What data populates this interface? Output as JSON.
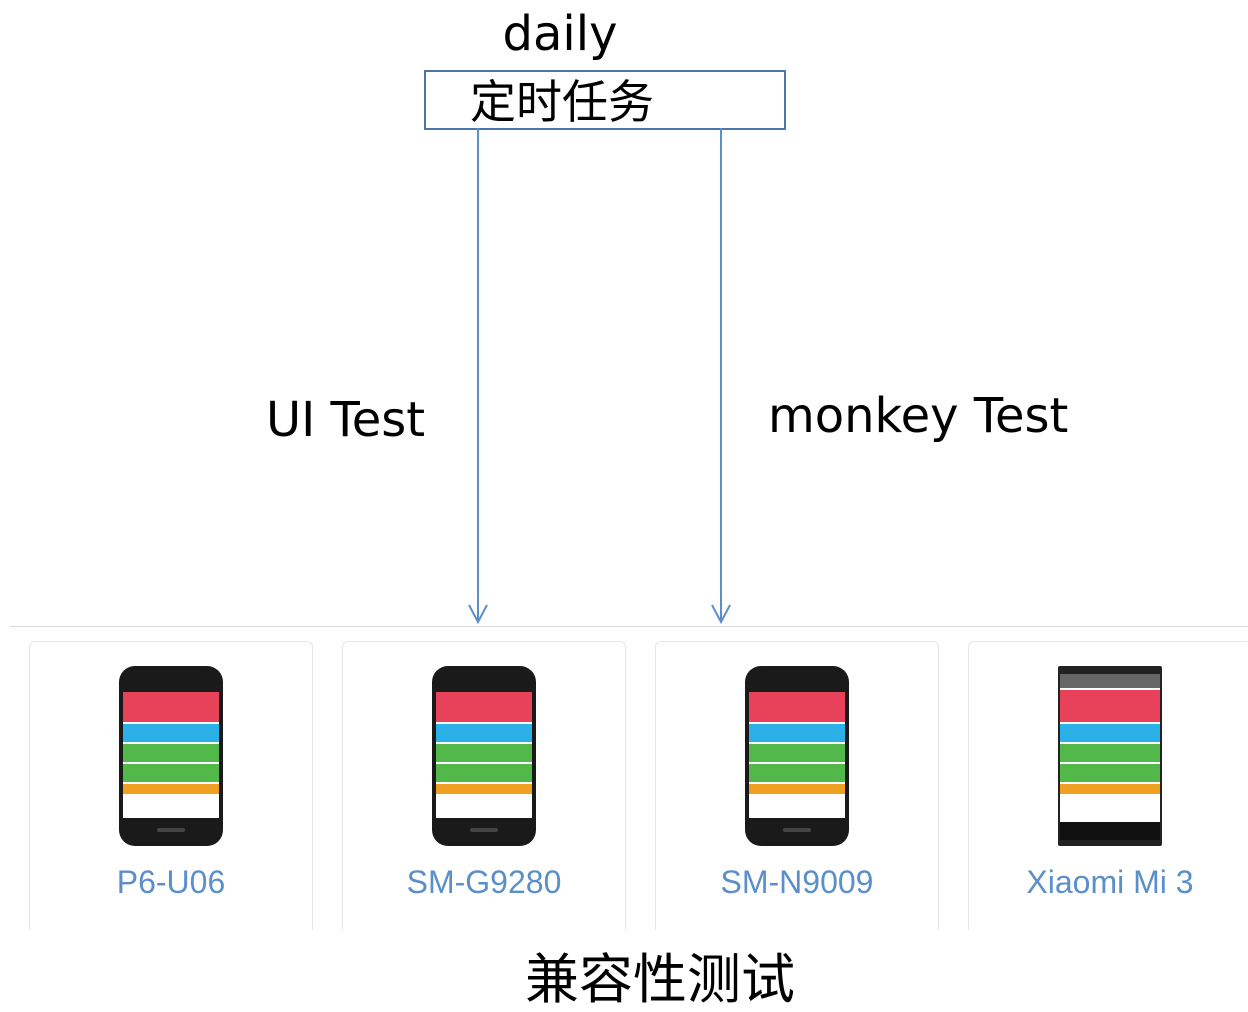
{
  "diagram": {
    "title": "daily",
    "scheduler_label": "定时任务",
    "left_branch_label": "UI Test",
    "right_branch_label": "monkey Test",
    "bottom_label": "兼容性测试"
  },
  "device_list": {
    "devices": [
      {
        "name": "P6-U06",
        "phone_style": "rounded"
      },
      {
        "name": "SM-G9280",
        "phone_style": "rounded"
      },
      {
        "name": "SM-N9009",
        "phone_style": "rounded"
      },
      {
        "name": "Xiaomi Mi 3",
        "phone_style": "square"
      }
    ],
    "name_color": "#5b8fc9"
  },
  "colors": {
    "arrow": "#5b8fc9",
    "box_border": "#4a76a8",
    "screen_bands": [
      "#e8415a",
      "#2bb1e8",
      "#52b84a",
      "#f0a020"
    ]
  }
}
